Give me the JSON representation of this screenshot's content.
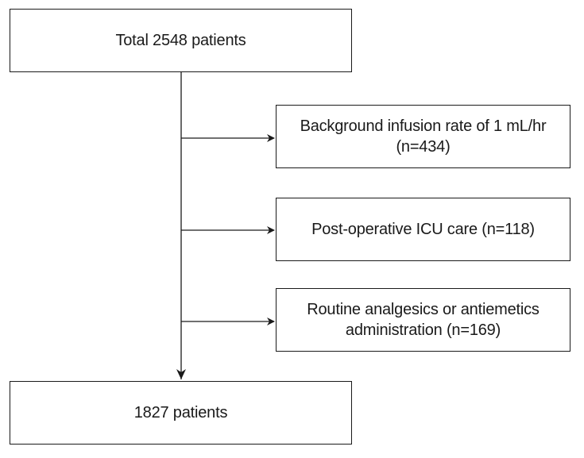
{
  "diagram": {
    "total": {
      "label": "Total 2548 patients"
    },
    "exclusions": [
      {
        "label": "Background infusion rate of 1 mL/hr\n(n=434)"
      },
      {
        "label": "Post-operative ICU care (n=118)"
      },
      {
        "label": "Routine analgesics or antiemetics\nadministration (n=169)"
      }
    ],
    "final": {
      "label": "1827 patients"
    }
  },
  "colors": {
    "stroke": "#1a1a1a",
    "background": "#ffffff"
  }
}
